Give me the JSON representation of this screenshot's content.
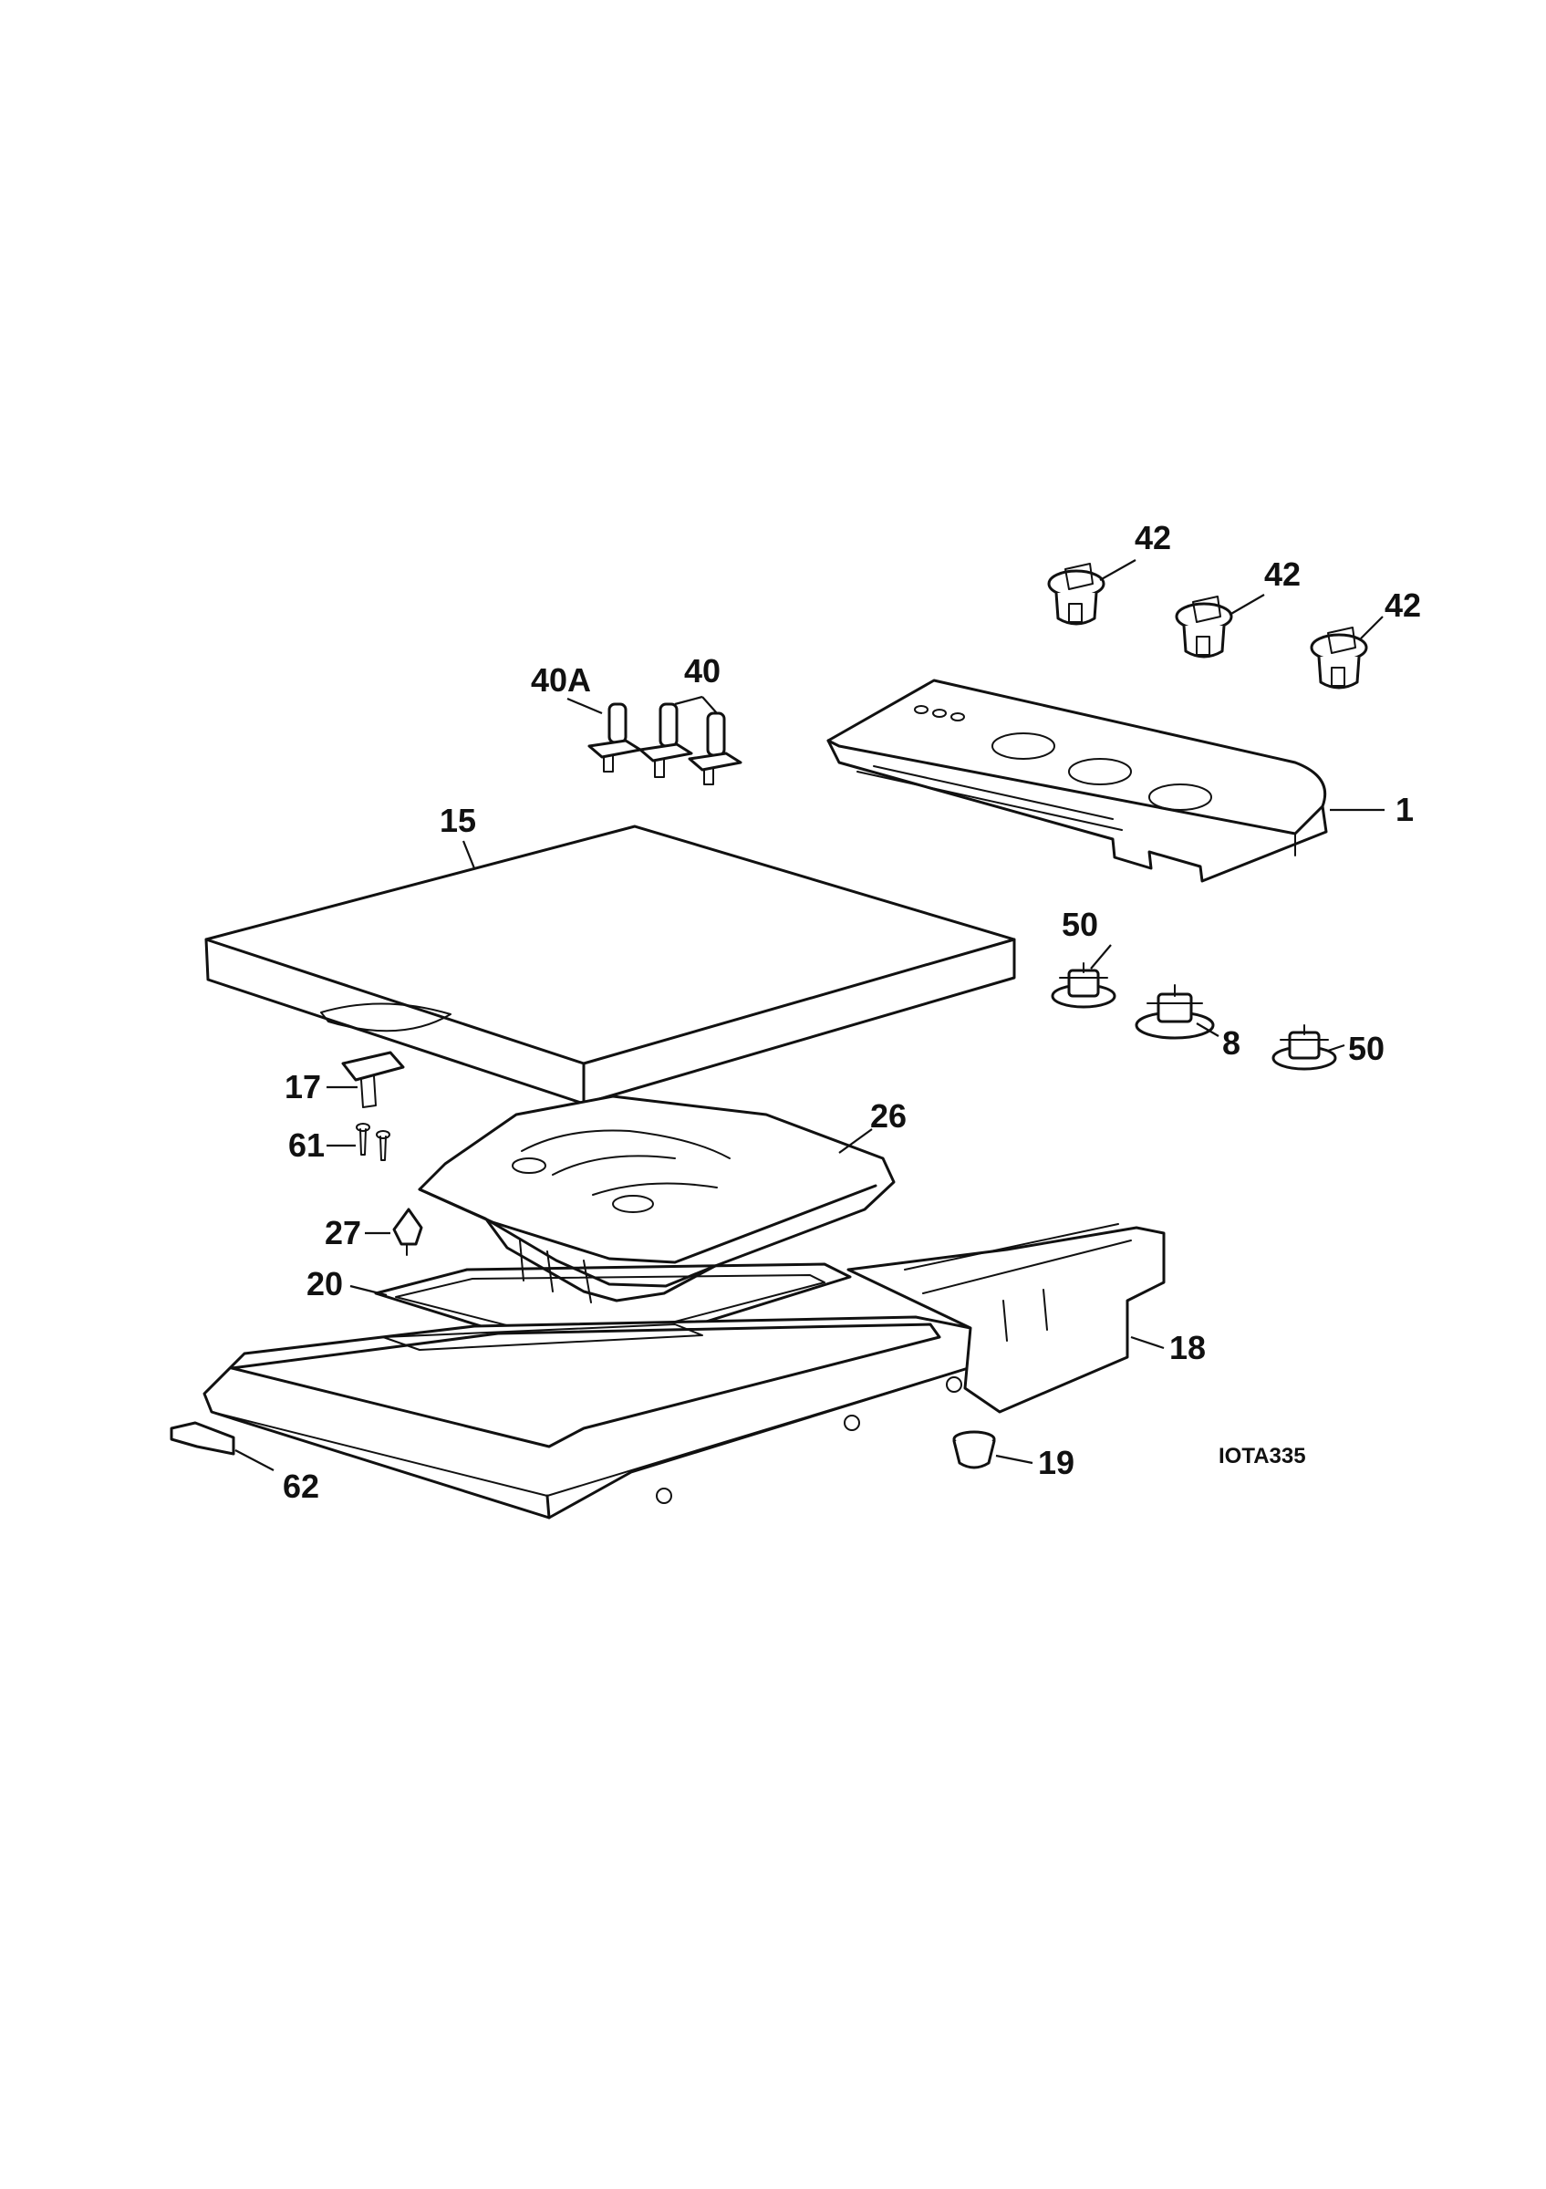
{
  "labels": {
    "p1": "1",
    "p8": "8",
    "p15": "15",
    "p17": "17",
    "p18": "18",
    "p19": "19",
    "p20": "20",
    "p26": "26",
    "p27": "27",
    "p40": "40",
    "p40a": "40A",
    "p42a": "42",
    "p42b": "42",
    "p42c": "42",
    "p50a": "50",
    "p50b": "50",
    "p61": "61",
    "p62": "62"
  },
  "drawing_code": "IOTA335"
}
